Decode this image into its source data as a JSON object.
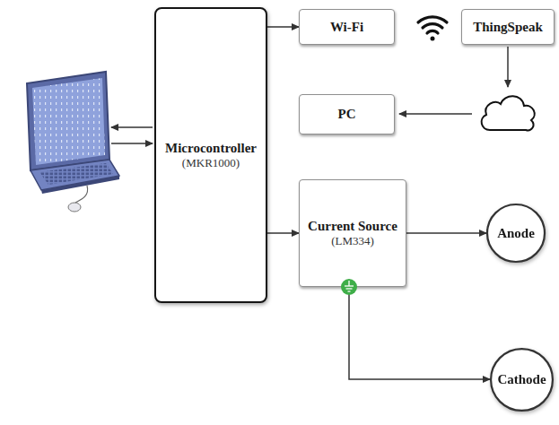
{
  "diagram": {
    "nodes": [
      {
        "text": [
          "Microcontroller",
          "(MKR1000)"
        ]
      },
      {
        "text": [
          "Wi-Fi"
        ]
      },
      {
        "text": [
          "ThingSpeak"
        ]
      },
      {
        "text": [
          "PC"
        ]
      },
      {
        "text": [
          "Current Source",
          "(LM334)"
        ]
      },
      {
        "text": [
          "Anode"
        ]
      },
      {
        "text": [
          "Cathode"
        ]
      }
    ],
    "edges": [
      {
        "from": 0,
        "to": 1,
        "arrow": "to"
      },
      {
        "from": 0,
        "to": 4,
        "arrow": "to"
      },
      {
        "from": 4,
        "to": 5,
        "arrow": "to"
      },
      {
        "from": 4,
        "to": 6,
        "arrow": "to"
      }
    ]
  }
}
